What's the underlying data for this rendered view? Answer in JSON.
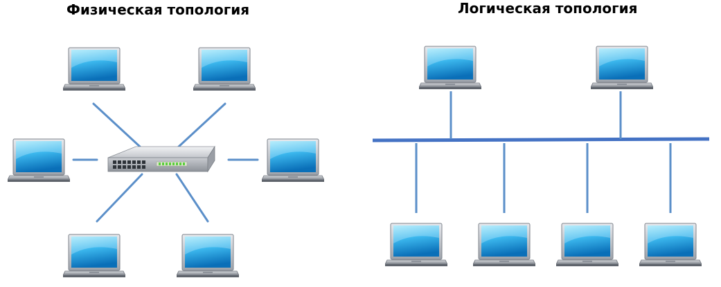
{
  "physical": {
    "title": "Физическая топология",
    "hub": "switch-icon",
    "node_count": 6
  },
  "logical": {
    "title": "Логическая топология",
    "bus": "bus-line",
    "node_count": 6
  },
  "colors": {
    "link": "#5b8fc9",
    "bus": "#4472c4",
    "screen_light": "#6fd6f5",
    "screen_dark": "#0b7fc3",
    "laptop_body": "#c9ccd1"
  }
}
